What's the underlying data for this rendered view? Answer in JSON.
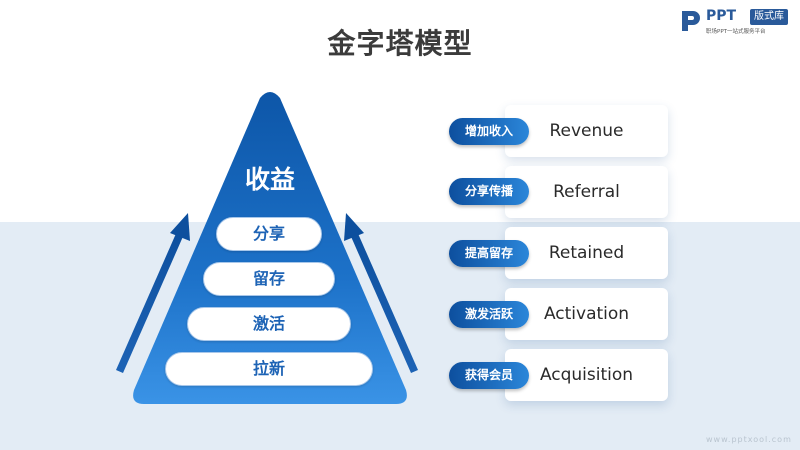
{
  "slide": {
    "title": "金字塔模型",
    "logo": {
      "brand": "PPT",
      "badge": "版式库",
      "tagline": "职场PPT一站式服务平台"
    },
    "pyramid": {
      "top_label": "收益",
      "levels": [
        "分享",
        "留存",
        "激活",
        "拉新"
      ]
    },
    "rows": [
      {
        "badge": "增加收入",
        "label": "Revenue"
      },
      {
        "badge": "分享传播",
        "label": "Referral"
      },
      {
        "badge": "提高留存",
        "label": "Retained"
      },
      {
        "badge": "激发活跃",
        "label": "Activation"
      },
      {
        "badge": "获得会员",
        "label": "Acquisition"
      }
    ],
    "watermark": "www.pptxool.com",
    "colors": {
      "primary": "#1d63b5",
      "dark": "#0d4f9e",
      "light": "#3a93e6",
      "bg_band": "#e3ecf5"
    }
  }
}
